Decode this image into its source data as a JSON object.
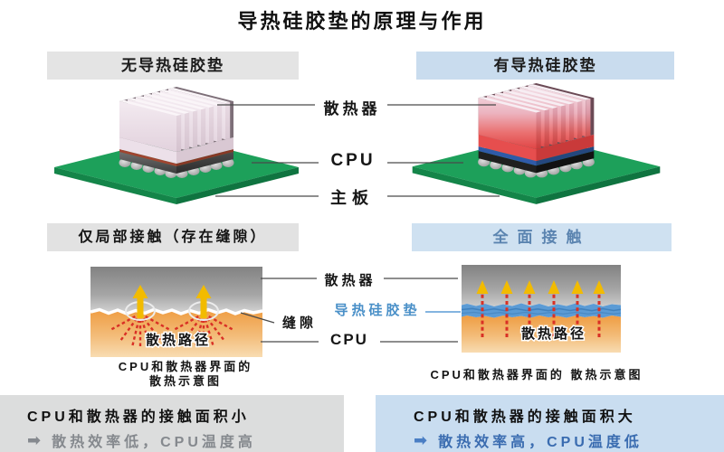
{
  "title": "导热硅胶垫的原理与作用",
  "left": {
    "header": "无导热硅胶垫",
    "contact_status": "仅局部接触（存在缝隙）",
    "cross_heat_path": "散热路径",
    "caption_line1": "CPU和散热器界面的",
    "caption_line2": "散热示意图",
    "result_title": "CPU和散热器的接触面积小",
    "result_detail": "散热效率低，CPU温度高"
  },
  "right": {
    "header": "有导热硅胶垫",
    "contact_status": "全面接触",
    "cross_heat_path": "散热路径",
    "caption": "CPU和散热器界面的 散热示意图",
    "result_title": "CPU和散热器的接触面积大",
    "result_detail": "散热效率高，CPU温度低"
  },
  "labels_3d": {
    "heatsink": "散热器",
    "cpu": "CPU",
    "motherboard": "主板"
  },
  "labels_cross_section": {
    "heatsink": "散热器",
    "thermal_pad": "导热硅胶垫",
    "gap": "缝隙",
    "cpu": "CPU"
  },
  "icons": {
    "arrow_right": "➡"
  },
  "colors": {
    "header_neutral_bg": "#e4e4e4",
    "header_blue_bg": "#c9dcee",
    "contact_blue_text": "#5b84b0",
    "result_neutral_bg": "#dcdddd",
    "result_blue_bg": "#c9ddf0",
    "result_neutral_text": "#85898e",
    "result_blue_text": "#3a6cb0",
    "thermal_pad_blue": "#5b9bd5",
    "board_green": "#1da05a",
    "heat_arrow_yellow": "#f2bb00",
    "heat_path_red": "#d93025"
  }
}
